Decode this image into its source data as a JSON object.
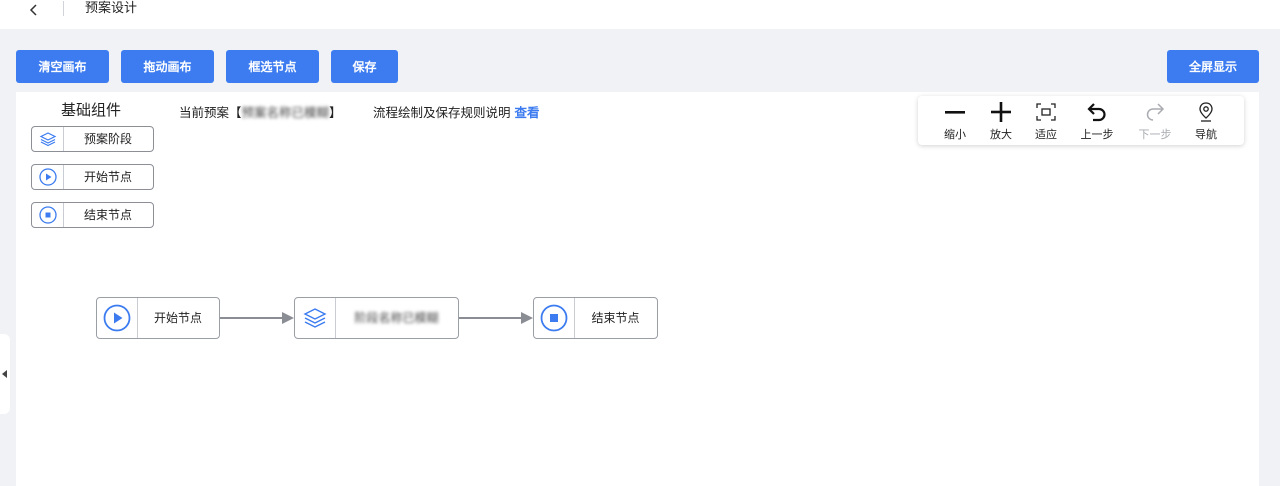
{
  "header": {
    "title": "预案设计"
  },
  "toolbar": {
    "clear_label": "清空画布",
    "drag_label": "拖动画布",
    "select_label": "框选节点",
    "save_label": "保存",
    "fullscreen_label": "全屏显示"
  },
  "panel": {
    "title": "基础组件",
    "items": [
      {
        "label": "预案阶段",
        "icon": "layers-icon"
      },
      {
        "label": "开始节点",
        "icon": "play-circle-icon"
      },
      {
        "label": "结束节点",
        "icon": "stop-circle-icon"
      }
    ]
  },
  "info": {
    "current_prefix": "当前预案【",
    "current_name": "预案名称已模糊",
    "current_suffix": "】",
    "rules_text": "流程绘制及保存规则说明",
    "view_link": "查看"
  },
  "tools": [
    {
      "label": "缩小",
      "icon": "minus-icon",
      "enabled": true
    },
    {
      "label": "放大",
      "icon": "plus-icon",
      "enabled": true
    },
    {
      "label": "适应",
      "icon": "fit-screen-icon",
      "enabled": true
    },
    {
      "label": "上一步",
      "icon": "undo-icon",
      "enabled": true
    },
    {
      "label": "下一步",
      "icon": "redo-icon",
      "enabled": false
    },
    {
      "label": "导航",
      "icon": "location-pin-icon",
      "enabled": true
    }
  ],
  "flow": {
    "nodes": [
      {
        "label": "开始节点",
        "type": "start"
      },
      {
        "label": "阶段名称已模糊",
        "type": "stage"
      },
      {
        "label": "结束节点",
        "type": "end"
      }
    ]
  },
  "colors": {
    "primary": "#3c7cf0",
    "background": "#f0f2f5",
    "disabled": "#a9abb0"
  }
}
